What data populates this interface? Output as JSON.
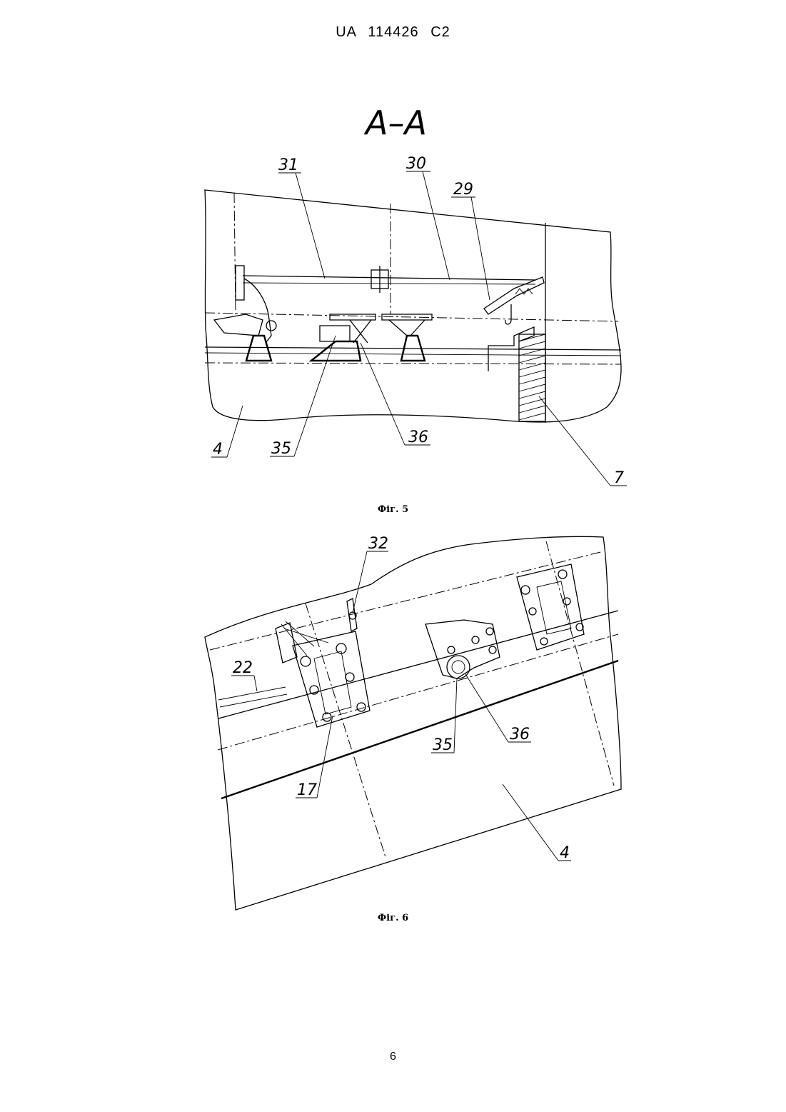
{
  "header": {
    "doc_number": "UA  114426  C2"
  },
  "section_label": "A–A",
  "figures": [
    {
      "id": "fig5",
      "caption": "Фіг. 5",
      "labels": {
        "l31": "31",
        "l30": "30",
        "l29": "29",
        "l4": "4",
        "l35": "35",
        "l36": "36",
        "l7": "7"
      }
    },
    {
      "id": "fig6",
      "caption": "Фіг. 6",
      "labels": {
        "l32": "32",
        "l22": "22",
        "l35": "35",
        "l36": "36",
        "l17": "17",
        "l4": "4"
      }
    }
  ],
  "page_number": "6"
}
